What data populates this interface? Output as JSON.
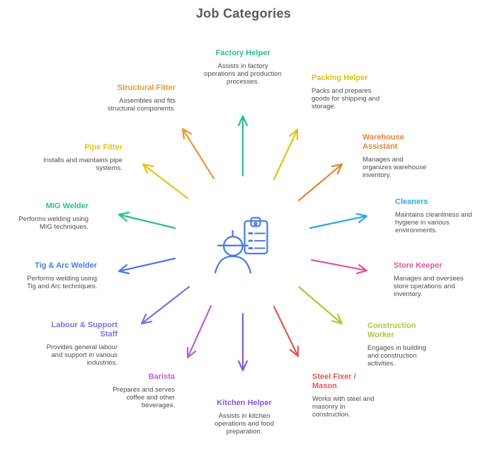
{
  "page": {
    "title": "Job Categories"
  },
  "center_icon": {
    "label": "worker-with-clipboard",
    "color": "#4b7fe1"
  },
  "categories": [
    {
      "id": "factory-helper",
      "title": "Factory Helper",
      "description": "Assists in factory operations and production processes.",
      "color": "#2fbe87"
    },
    {
      "id": "packing-helper",
      "title": "Packing Helper",
      "description": "Packs and prepares goods for shipping and storage.",
      "color": "#dcc412"
    },
    {
      "id": "warehouse-assistant",
      "title": "Warehouse Assistant",
      "description": "Manages and organizes warehouse inventory.",
      "color": "#e0862f"
    },
    {
      "id": "cleaners",
      "title": "Cleaners",
      "description": "Maintains cleanliness and hygiene in various environments.",
      "color": "#28aadf"
    },
    {
      "id": "store-keeper",
      "title": "Store Keeper",
      "description": "Manages and oversees store operations and inventory.",
      "color": "#e0559c"
    },
    {
      "id": "construction-worker",
      "title": "Construction Worker",
      "description": "Engages in building and construction activities.",
      "color": "#a8c93e"
    },
    {
      "id": "steel-fixer-mason",
      "title": "Steel Fixer / Mason",
      "description": "Works with steel and masonry in construction.",
      "color": "#e25757"
    },
    {
      "id": "kitchen-helper",
      "title": "Kitchen Helper",
      "description": "Assists in kitchen operations and food preparation.",
      "color": "#7d5be4"
    },
    {
      "id": "barista",
      "title": "Barista",
      "description": "Prepares and serves coffee and other beverages.",
      "color": "#bf5fd6"
    },
    {
      "id": "labour-support-staff",
      "title": "Labour & Support Staff",
      "description": "Provides general labour and support in various industries.",
      "color": "#7f70e0"
    },
    {
      "id": "tig-arc-welder",
      "title": "Tig & Arc Welder",
      "description": "Performs welding using Tig and Arc techniques.",
      "color": "#4b79e0"
    },
    {
      "id": "mig-welder",
      "title": "MIG Welder",
      "description": "Performs welding using MIG techniques.",
      "color": "#2fbe87"
    },
    {
      "id": "pipe-fitter",
      "title": "Pipe Fitter",
      "description": "Installs and maintains pipe systems.",
      "color": "#e4c515"
    },
    {
      "id": "structural-fitter",
      "title": "Structural Fitter",
      "description": "Assembles and fits structural components.",
      "color": "#e8973a"
    }
  ]
}
